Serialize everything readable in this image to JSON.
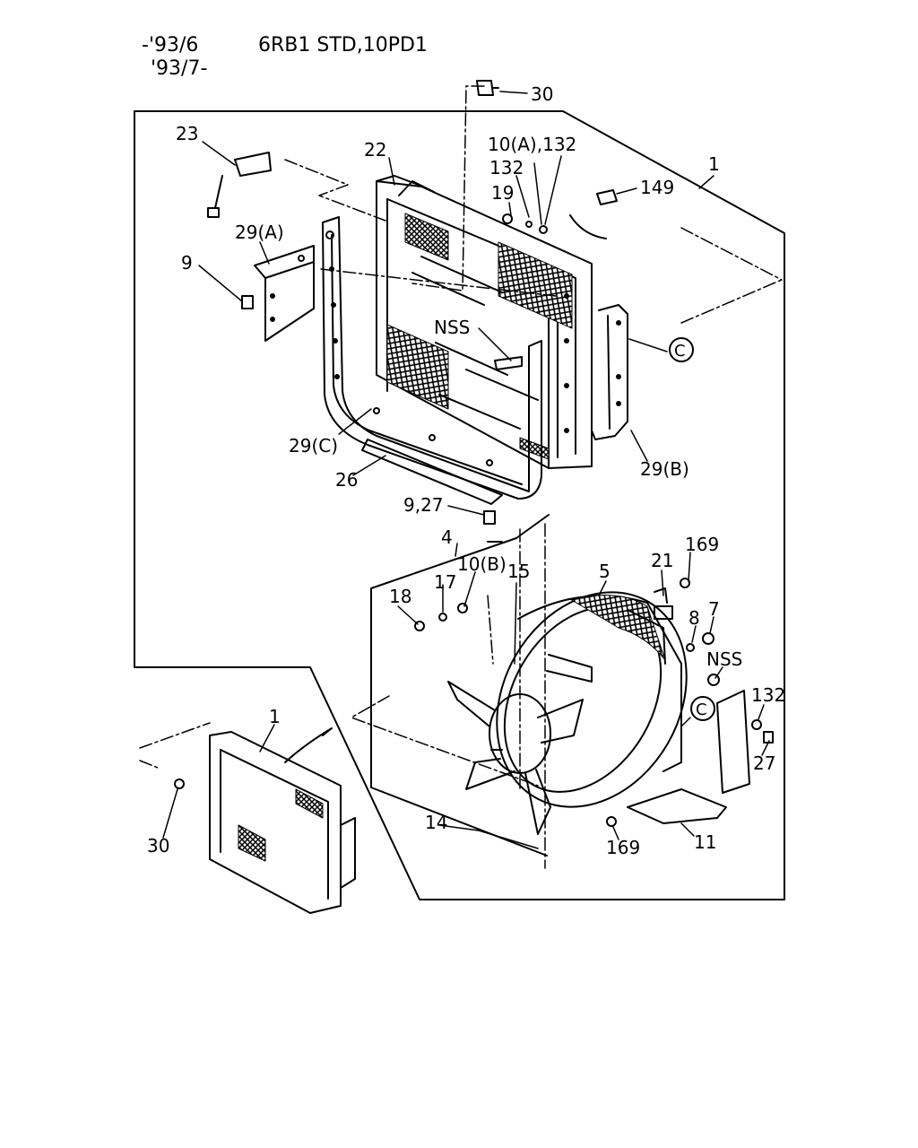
{
  "header": {
    "range_line1": "-'93/6",
    "range_line2": "'93/7-",
    "model": "6RB1 STD,10PD1"
  },
  "callouts": {
    "c30_top": "30",
    "c23": "23",
    "c22": "22",
    "c10a_132": "10(A),132",
    "c132_top": "132",
    "c19": "19",
    "c149": "149",
    "c1_main": "1",
    "c29a": "29(A)",
    "c9": "9",
    "cnss_top": "NSS",
    "c_ref_top": "C",
    "c29c": "29(C)",
    "c26": "26",
    "c29b": "29(B)",
    "c9_27": "9,27",
    "c4": "4",
    "c10b": "10(B)",
    "c15": "15",
    "c18": "18",
    "c17": "17",
    "c5": "5",
    "c21": "21",
    "c169_top": "169",
    "c8": "8",
    "c7": "7",
    "cnss_fan": "NSS",
    "c_ref_fan": "C",
    "c132_fan": "132",
    "c27": "27",
    "c1_small": "1",
    "c30_small": "30",
    "c14": "14",
    "c169_bottom": "169",
    "c11": "11"
  }
}
